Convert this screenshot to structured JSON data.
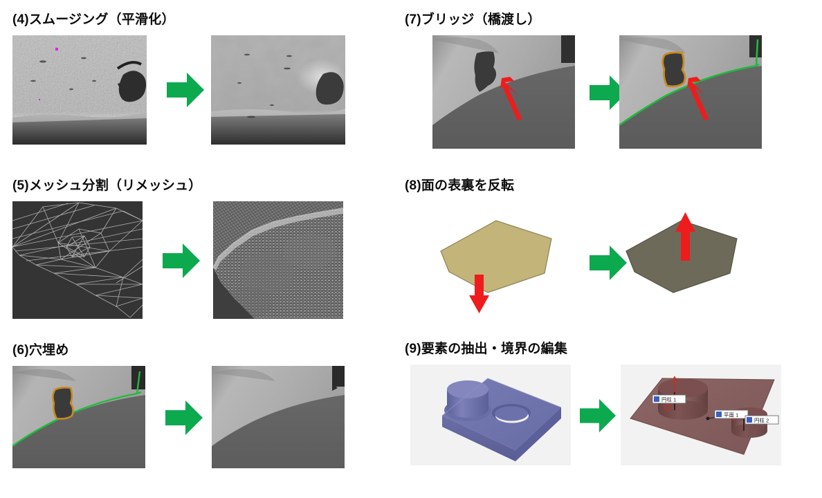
{
  "document": {
    "language": "ja",
    "background_color": "#ffffff",
    "accent_arrow_color": "#0da94f",
    "highlight_red": "#ee1c1c",
    "boundary_green": "#1fbb3a",
    "hole_outline_orange": "#c98a20"
  },
  "panels": [
    {
      "id": "p4",
      "title": "(4)スムージング（平滑化）",
      "before": {
        "name": "noisy-scan-surface",
        "description": "ノイズの多いスキャン面",
        "bg": "#a8a8a8"
      },
      "arrow": {
        "name": "green-right-arrow",
        "direction": "right",
        "color": "#0da94f"
      },
      "after": {
        "name": "smoothed-surface",
        "description": "平滑化された面",
        "bg": "#a6a6a6"
      }
    },
    {
      "id": "p5",
      "title": "(5)メッシュ分割（リメッシュ）",
      "before": {
        "name": "coarse-triangle-mesh",
        "description": "粗い三角形メッシュ",
        "bg": "#3a3a3a"
      },
      "arrow": {
        "name": "green-right-arrow",
        "direction": "right",
        "color": "#0da94f"
      },
      "after": {
        "name": "dense-remeshed-mesh",
        "description": "細かい均一メッシュ",
        "bg": "#3e3e3e"
      }
    },
    {
      "id": "p6",
      "title": "(6)穴埋め",
      "before": {
        "name": "surface-with-hole",
        "description": "穴のある面（緑の境界・橙の穴縁）",
        "bg": "#9d9d9d"
      },
      "arrow": {
        "name": "green-right-arrow",
        "direction": "right",
        "color": "#0da94f"
      },
      "after": {
        "name": "surface-hole-filled",
        "description": "穴埋め後の面",
        "bg": "#9d9d9d"
      }
    },
    {
      "id": "p7",
      "title": "(7)ブリッジ（橋渡し）",
      "before": {
        "name": "hole-touching-boundary",
        "description": "境界に繋がった穴（赤矢印で指示）",
        "bg": "#9a9a9a"
      },
      "arrow": {
        "name": "green-right-arrow",
        "direction": "right",
        "color": "#0da94f"
      },
      "after": {
        "name": "bridged-hole",
        "description": "橋渡しで分離された穴（赤矢印で指示）",
        "bg": "#9a9a9a"
      }
    },
    {
      "id": "p8",
      "title": "(8)面の表裏を反転",
      "before": {
        "name": "hexagon-face-normal-down",
        "description": "法線が下向きの面",
        "face_color": "#c3b47a",
        "normal_direction": "down"
      },
      "arrow": {
        "name": "green-right-arrow",
        "direction": "right",
        "color": "#0da94f"
      },
      "after": {
        "name": "hexagon-face-normal-up",
        "description": "法線が上向きに反転した面",
        "face_color": "#6e6a5a",
        "normal_direction": "up"
      }
    },
    {
      "id": "p9",
      "title": "(9)要素の抽出・境界の編集",
      "before": {
        "name": "cad-solid-plate",
        "description": "ボスと穴のある板ソリッド",
        "body_color": "#6b6fa8",
        "bg": "#f2f2f2"
      },
      "arrow": {
        "name": "green-right-arrow",
        "direction": "right",
        "color": "#0da94f"
      },
      "after": {
        "name": "extracted-elements",
        "description": "抽出された要素と境界",
        "body_color": "#8c6464",
        "bg": "#f2f2f2",
        "labels": [
          "円柱 1",
          "平面 1",
          "円柱 2"
        ]
      }
    }
  ]
}
